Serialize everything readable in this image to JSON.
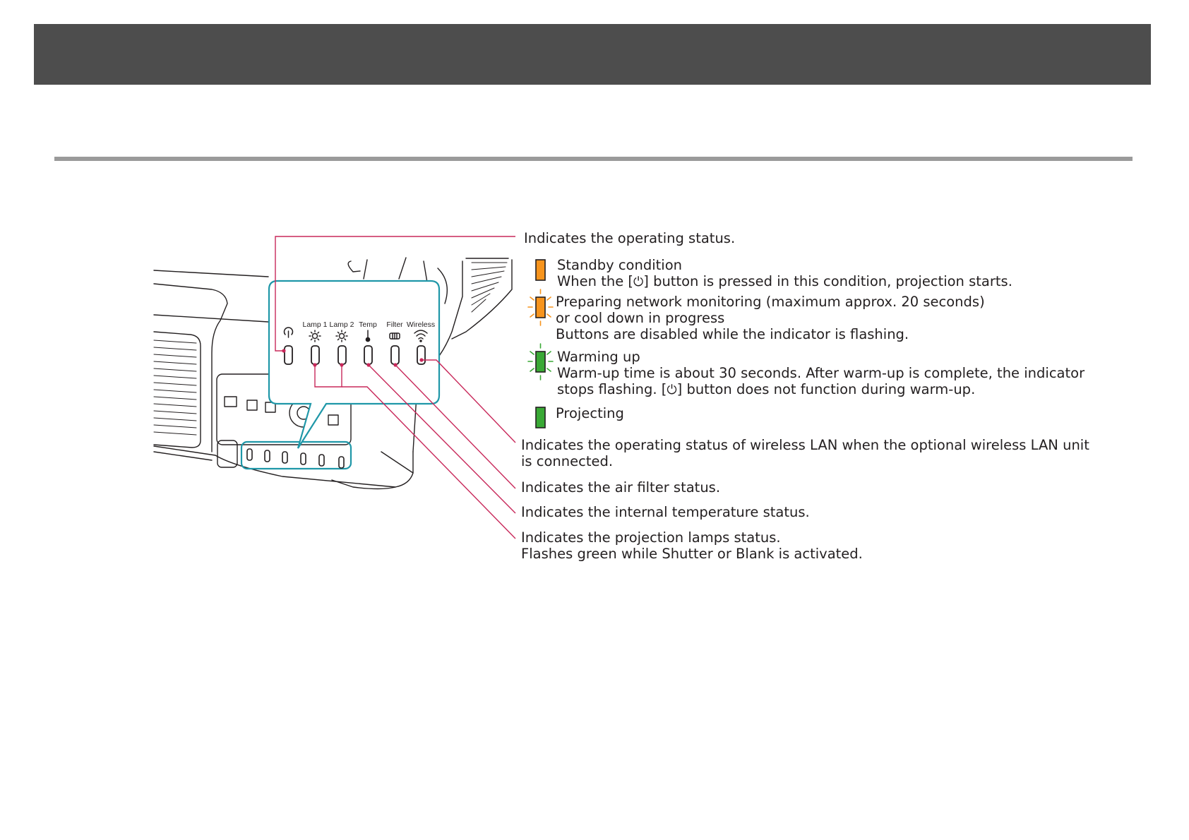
{
  "indicator_labels": {
    "lamp1": "Lamp 1",
    "lamp2": "Lamp 2",
    "temp": "Temp",
    "filter": "Filter",
    "wireless": "Wireless"
  },
  "icons": {
    "power": "power-icon",
    "lamp": "lamp-icon",
    "temp": "thermometer-icon",
    "filter": "filter-icon",
    "wireless": "wireless-icon"
  },
  "callouts": {
    "operating": "Indicates the operating status.",
    "wireless_1": "Indicates the operating status of wireless LAN when the optional wireless LAN unit",
    "wireless_2": "is connected.",
    "filter": "Indicates the air filter status.",
    "temp": "Indicates the internal temperature status.",
    "lamp_1": "Indicates the projection lamps status.",
    "lamp_2": "Flashes green while Shutter or Blank is activated."
  },
  "states": {
    "standby": {
      "color": "#f7941d",
      "title": "Standby condition",
      "line1_before": "When the [",
      "line1_after": "] button is pressed in this condition, projection starts."
    },
    "preparing": {
      "color": "#f7941d",
      "line1": "Preparing network monitoring (maximum approx. 20 seconds)",
      "line2": "or cool down in progress",
      "line3": "Buttons are disabled while the indicator is flashing."
    },
    "warming": {
      "color": "#39a935",
      "title": "Warming up",
      "line1": "Warm-up time is about 30 seconds. After warm-up is complete, the indicator",
      "line2_before": "stops flashing. [",
      "line2_after": "] button does not function during warm-up."
    },
    "projecting": {
      "color": "#39a935",
      "title": "Projecting"
    }
  },
  "colors": {
    "leader_line": "#c8285a",
    "panel_outline": "#1f97a8",
    "header_bar": "#4d4d4d",
    "rule": "#9a9a9a"
  },
  "power_symbol": "⏻"
}
